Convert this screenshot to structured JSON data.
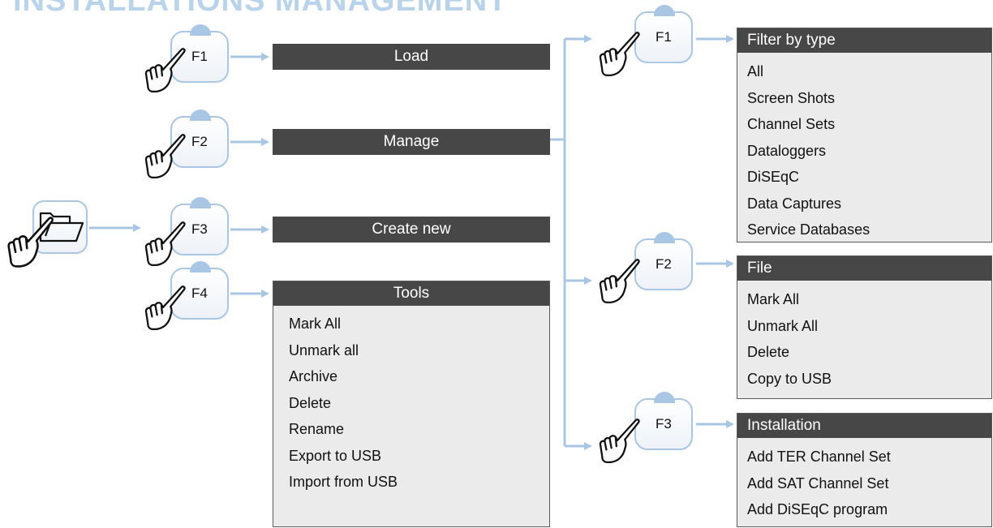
{
  "title": "INSTALLATIONS MANAGEMENT",
  "accent_color": "#a9c6e4",
  "bar_color": "#474747",
  "left_keys": [
    {
      "label": "F1",
      "action": "Load"
    },
    {
      "label": "F2",
      "action": "Manage"
    },
    {
      "label": "F3",
      "action": "Create new"
    },
    {
      "label": "F4",
      "action": "Tools"
    }
  ],
  "tools_menu": {
    "title": "Tools",
    "items": [
      "Mark All",
      "Unmark all",
      "Archive",
      "Delete",
      "Rename",
      "Export to USB",
      "Import from USB"
    ]
  },
  "manage_keys": [
    {
      "label": "F1",
      "menu_title": "Filter by type",
      "items": [
        "All",
        "Screen Shots",
        "Channel Sets",
        "Dataloggers",
        "DiSEqC",
        "Data Captures",
        "Service Databases"
      ]
    },
    {
      "label": "F2",
      "menu_title": "File",
      "items": [
        "Mark All",
        "Unmark All",
        "Delete",
        "Copy to USB"
      ]
    },
    {
      "label": "F3",
      "menu_title": "Installation",
      "items": [
        "Add TER Channel Set",
        "Add SAT Channel Set",
        "Add DiSEqC program"
      ]
    }
  ],
  "icons": {
    "start": "folder-icon",
    "press": "pointing-hand-icon"
  }
}
